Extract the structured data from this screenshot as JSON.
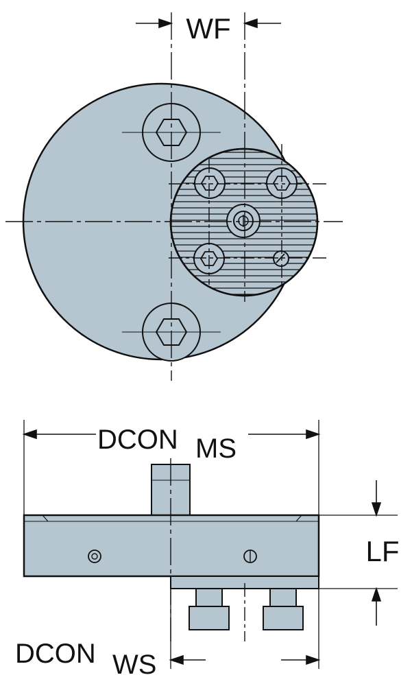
{
  "labels": {
    "wf": "WF",
    "dcon_ms_main": "DCON",
    "dcon_ms_sub": "MS",
    "lf": "LF",
    "dcon_ws_main": "DCON",
    "dcon_ws_sub": "WS"
  },
  "colors": {
    "part_fill": "#b5c6d1",
    "stroke": "#111111",
    "background": "#ffffff"
  }
}
